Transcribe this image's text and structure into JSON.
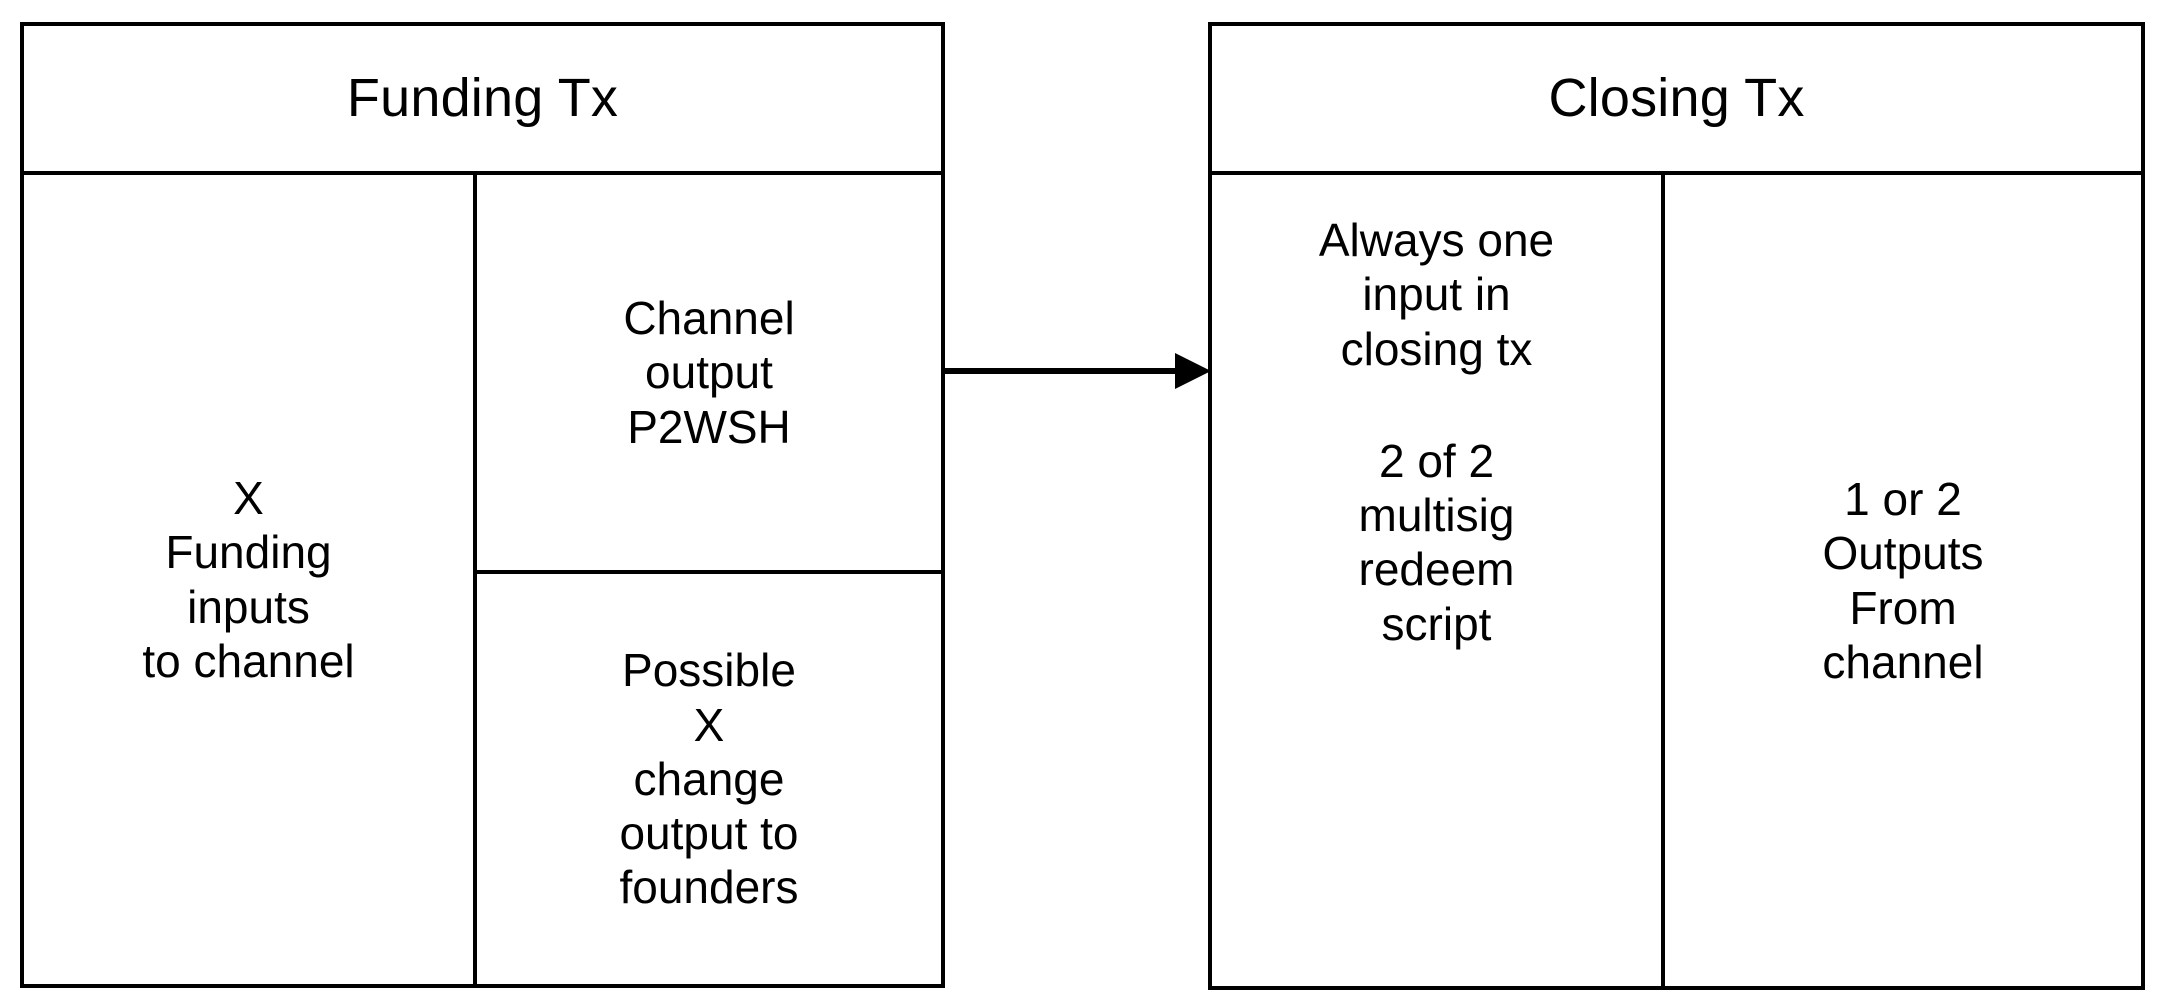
{
  "diagram": {
    "title_funding": "Funding Tx",
    "title_closing": "Closing Tx",
    "arrow_label": "funding-to-closing-arrow",
    "colors": {
      "stroke": "#000000",
      "background": "#ffffff",
      "text": "#000000"
    }
  },
  "funding_tx": {
    "title": "Funding Tx",
    "inputs_cell": {
      "lines": [
        "X",
        "Funding",
        "inputs",
        "to channel"
      ]
    },
    "channel_output_cell": {
      "lines": [
        "Channel",
        "output",
        "P2WSH"
      ]
    },
    "change_output_cell": {
      "lines": [
        "Possible",
        "X",
        "change",
        "output to",
        "founders"
      ]
    }
  },
  "closing_tx": {
    "title": "Closing Tx",
    "inputs_cell": {
      "paragraphs": [
        {
          "lines": [
            "Always one",
            "input in",
            "closing tx"
          ]
        },
        {
          "lines": [
            "2 of 2",
            "multisig",
            "redeem",
            "script"
          ]
        }
      ]
    },
    "outputs_cell": {
      "lines": [
        "1 or 2",
        "Outputs",
        "From",
        "channel"
      ]
    }
  }
}
